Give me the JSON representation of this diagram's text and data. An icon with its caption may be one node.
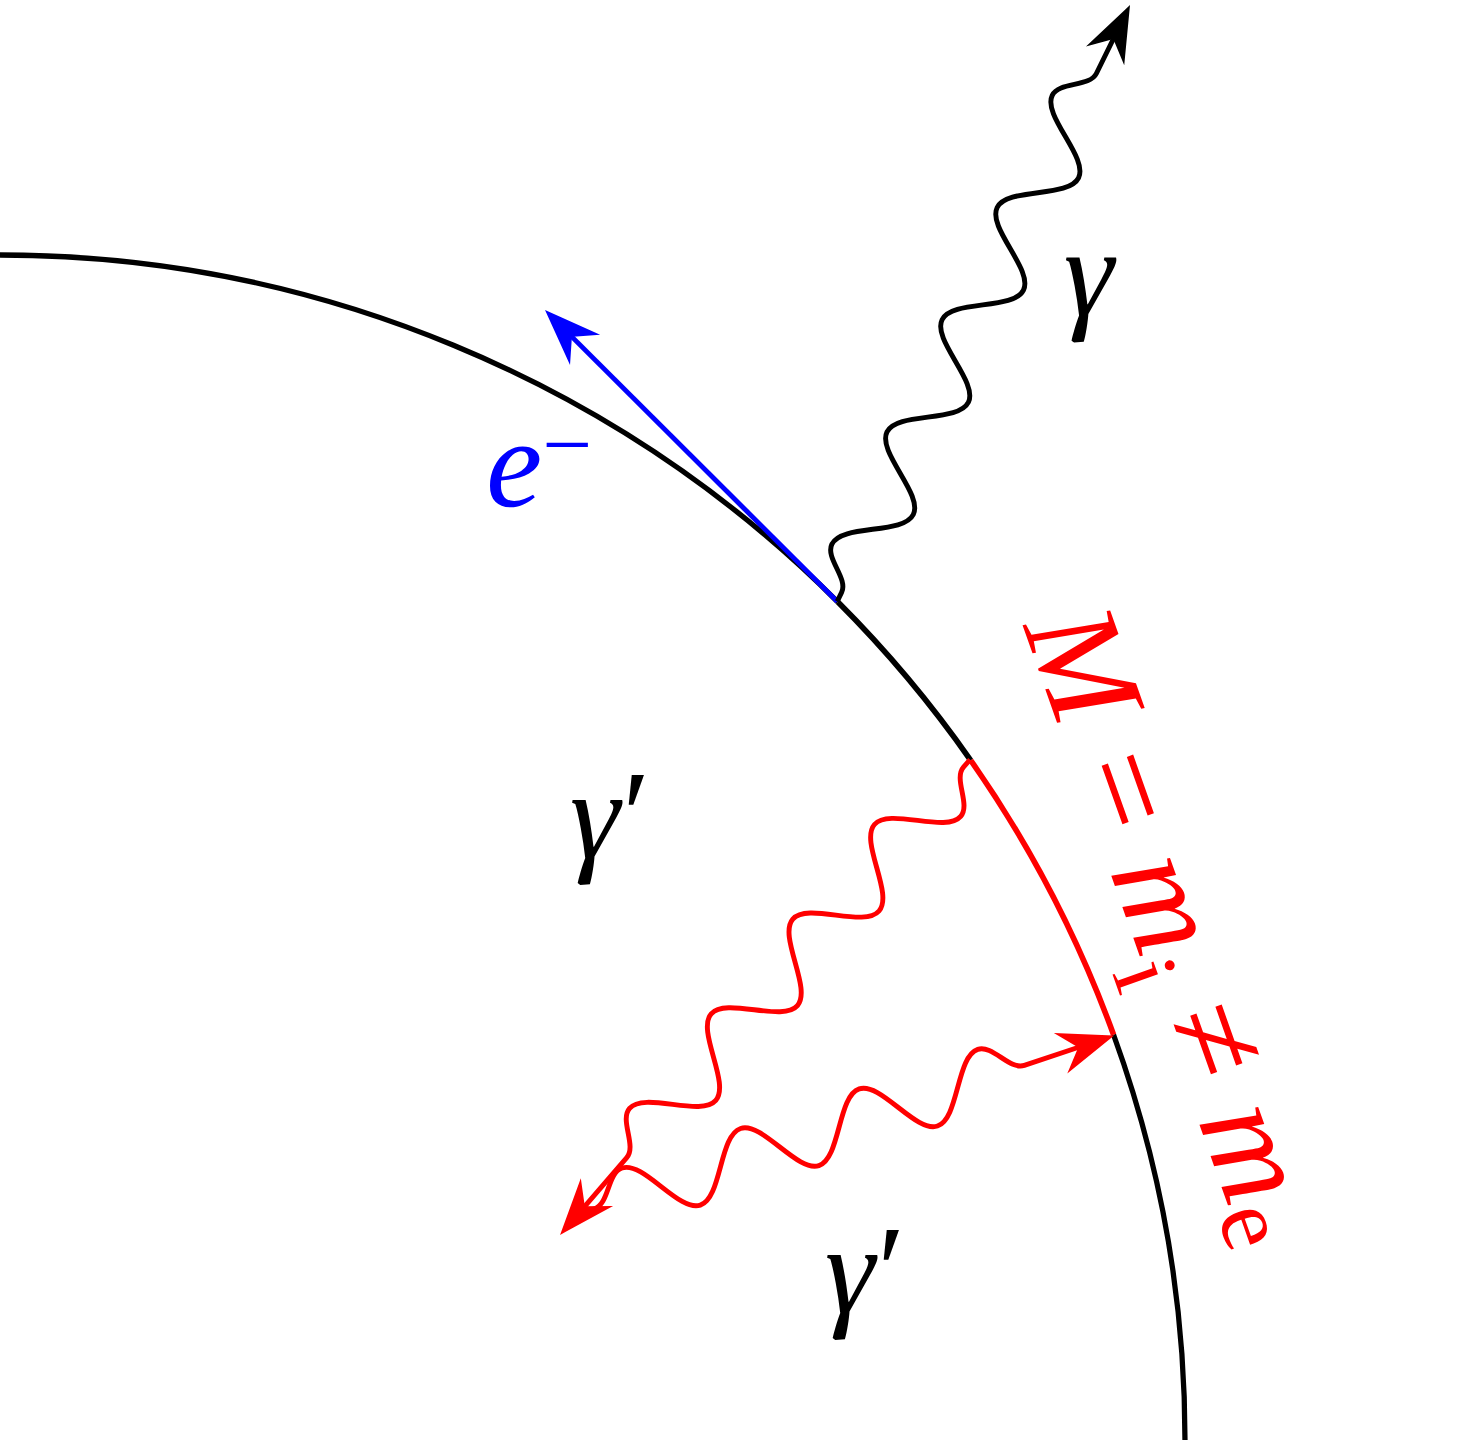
{
  "diagram": {
    "nodes": [
      {
        "text": [],
        "shape": "curve"
      },
      {
        "text": [],
        "shape": "curve",
        "beside": [
          "*M* = *m*$_{i}$ ≠ *m*$_{e}$"
        ]
      }
    ],
    "edges": [
      {
        "from": 0,
        "to": null,
        "arrow": "to",
        "label": "*e*$^{−}$",
        "color": "#0000ff"
      },
      {
        "from": 0,
        "to": null,
        "arrow": "to",
        "label": "*γ*",
        "color": "#000000"
      },
      {
        "from": 1,
        "to": null,
        "arrow": "to",
        "label": "*γ*′",
        "color": "#ff0000"
      },
      {
        "from": null,
        "to": 1,
        "arrow": "to",
        "label": "*γ*′",
        "color": "#ff0000"
      }
    ]
  }
}
